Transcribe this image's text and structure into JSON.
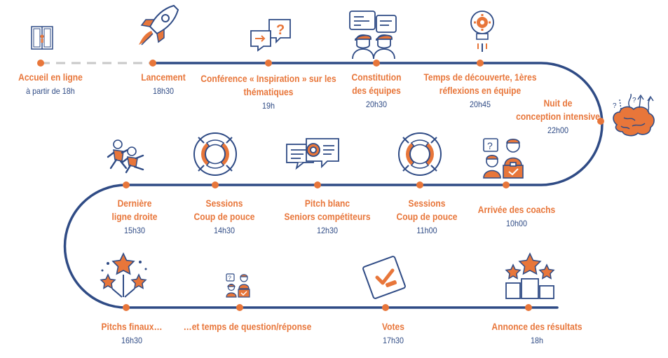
{
  "colors": {
    "primary": "#2f4b85",
    "accent": "#e8763a",
    "dash": "#c8c8c8"
  },
  "icons": {
    "door": "door-icon",
    "rocket": "rocket-icon",
    "speech": "speech-bubbles-icon",
    "team": "team-discussion-icon",
    "idea": "lightbulb-gear-icon",
    "brain": "brain-ideas-icon",
    "lifebuoy": "lifebuoy-icon",
    "pitch": "pitch-screen-icon",
    "coach": "coach-meeting-icon",
    "runner": "runners-icon",
    "stars": "stars-celebration-icon",
    "vote": "vote-checkbox-icon",
    "podium": "podium-stars-icon"
  },
  "steps": [
    {
      "id": "accueil",
      "lines": [
        "Accueil en ligne"
      ],
      "time": "à partir de 18h"
    },
    {
      "id": "lancement",
      "lines": [
        "Lancement"
      ],
      "time": "18h30"
    },
    {
      "id": "conference",
      "lines": [
        "Conférence « Inspiration » sur les",
        "thématiques"
      ],
      "time": "19h"
    },
    {
      "id": "constitution",
      "lines": [
        "Constitution",
        "des équipes"
      ],
      "time": "20h30"
    },
    {
      "id": "decouverte",
      "lines": [
        "Temps de découverte, 1ères",
        "réflexions en équipe"
      ],
      "time": "20h45"
    },
    {
      "id": "nuit",
      "lines": [
        "Nuit de",
        "conception intensive"
      ],
      "time": "22h00"
    },
    {
      "id": "coachs",
      "lines": [
        "Arrivée des coachs"
      ],
      "time": "10h00"
    },
    {
      "id": "sessions1",
      "lines": [
        "Sessions",
        "Coup de pouce"
      ],
      "time": "11h00"
    },
    {
      "id": "pitchblanc",
      "lines": [
        "Pitch blanc",
        "Seniors compétiteurs"
      ],
      "time": "12h30"
    },
    {
      "id": "sessions2",
      "lines": [
        "Sessions",
        "Coup de pouce"
      ],
      "time": "14h30"
    },
    {
      "id": "derniere",
      "lines": [
        "Dernière",
        "ligne droite"
      ],
      "time": "15h30"
    },
    {
      "id": "pitchs",
      "lines": [
        "Pitchs finaux…"
      ],
      "time": "16h30"
    },
    {
      "id": "questions",
      "lines": [
        "…et temps de question/réponse"
      ],
      "time": ""
    },
    {
      "id": "votes",
      "lines": [
        "Votes"
      ],
      "time": "17h30"
    },
    {
      "id": "resultats",
      "lines": [
        "Annonce des résultats"
      ],
      "time": "18h"
    }
  ]
}
